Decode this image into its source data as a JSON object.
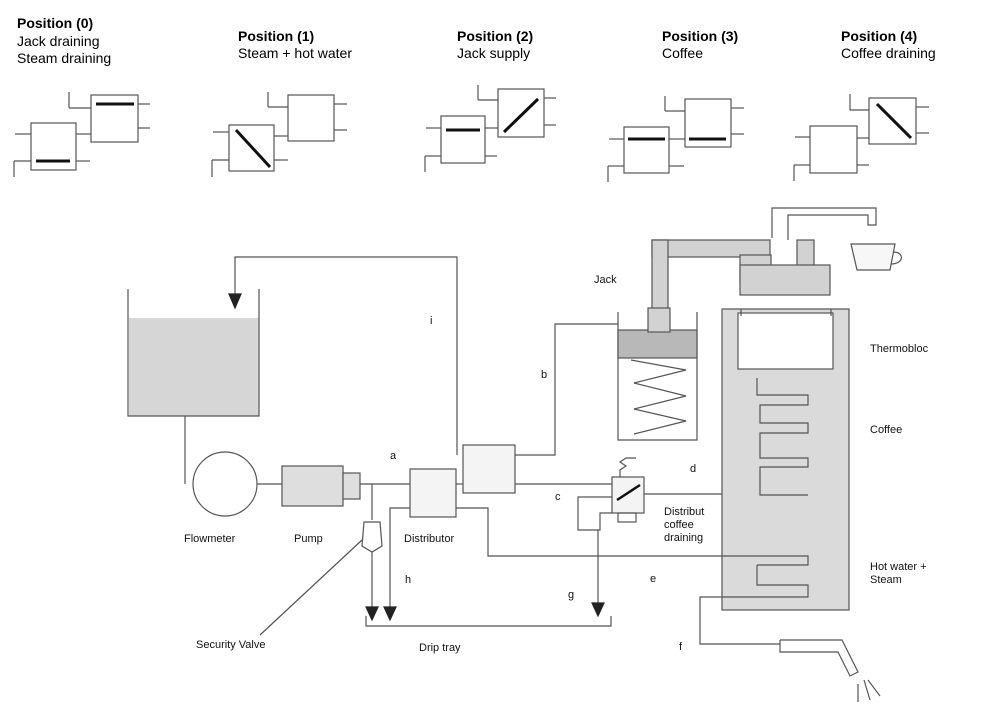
{
  "positions": [
    {
      "title": "Position (0)",
      "lines": [
        "Jack draining",
        "Steam draining"
      ]
    },
    {
      "title": "Position (1)",
      "lines": [
        "Steam + hot water"
      ]
    },
    {
      "title": "Position (2)",
      "lines": [
        "Jack supply"
      ]
    },
    {
      "title": "Position (3)",
      "lines": [
        "Coffee"
      ]
    },
    {
      "title": "Position (4)",
      "lines": [
        "Coffee draining"
      ]
    }
  ],
  "components": {
    "jack": "Jack",
    "thermobloc": "Thermobloc",
    "coffee": "Coffee",
    "hot_water_steam": [
      "Hot water +",
      "Steam"
    ],
    "flowmeter": "Flowmeter",
    "pump": "Pump",
    "distributor": "Distributor",
    "distribut_coffee_draining": [
      "Distribut",
      "coffee",
      "draining"
    ],
    "security_valve": "Security Valve",
    "drip_tray": "Drip tray"
  },
  "lines": {
    "a": "a",
    "b": "b",
    "c": "c",
    "d": "d",
    "e": "e",
    "f": "f",
    "g": "g",
    "h": "h",
    "i": "i"
  },
  "colors": {
    "line": "#555555",
    "fill": "#d6d6d6",
    "dark_fill": "#b8b8b8",
    "arrow": "#222222"
  }
}
